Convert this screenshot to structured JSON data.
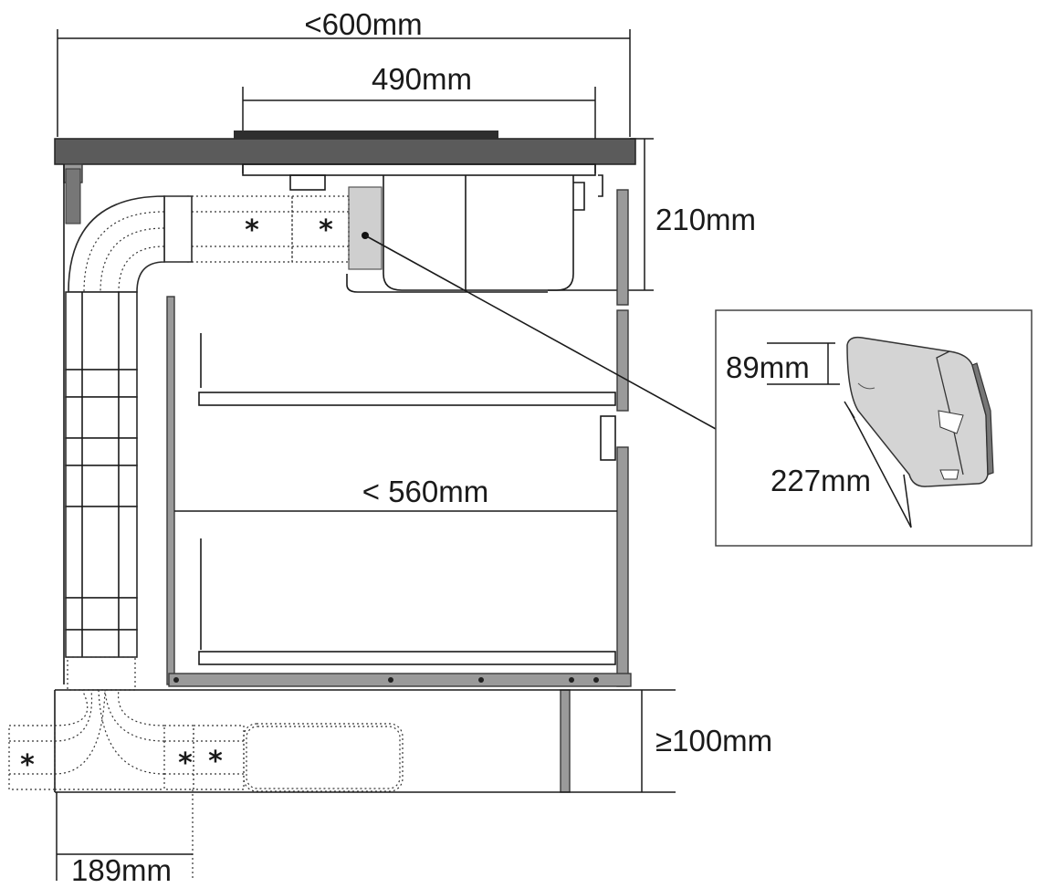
{
  "dimensions": {
    "total_width": "<600mm",
    "hob_width": "490mm",
    "hob_depth": "210mm",
    "inner_width": "< 560mm",
    "plinth_height": "≥100mm",
    "duct_offset": "189mm",
    "filter_height": "89mm",
    "filter_length": "227mm"
  },
  "markers": {
    "asterisk": "*"
  },
  "colors": {
    "worktop": "#5b5b5b",
    "panel": "#9a9a9a",
    "line": "#1a1a1a"
  }
}
